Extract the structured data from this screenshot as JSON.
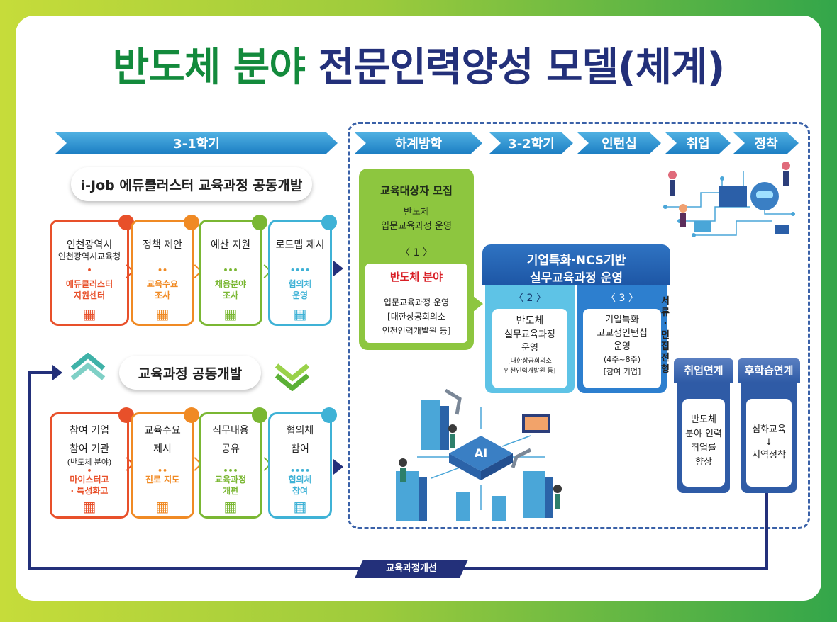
{
  "title": {
    "part1": "반도체 분야",
    "part2": "전문인력양성 모델(체계)"
  },
  "headers": [
    "3-1학기",
    "하계방학",
    "3-2학기",
    "인턴십",
    "취업",
    "정착"
  ],
  "pill1": "i-Job 에듀클러스터 교육과정 공동개발",
  "pill2": "교육과정 공동개발",
  "row1": [
    {
      "t1a": "인천광역시",
      "t1b": "인천광역시교육청",
      "sep": "•",
      "t2a": "에듀클러스터",
      "t2b": "지원센터",
      "icon": "building-icon",
      "color": "#e8502a"
    },
    {
      "t1a": "정책 제안",
      "t1b": "",
      "sep": "••",
      "t2a": "교육수요",
      "t2b": "조사",
      "icon": "document-search-icon",
      "color": "#f08a24"
    },
    {
      "t1a": "예산 지원",
      "t1b": "",
      "sep": "•••",
      "t2a": "채용분야",
      "t2b": "조사",
      "icon": "people-icon",
      "color": "#7ab733"
    },
    {
      "t1a": "로드맵 제시",
      "t1b": "",
      "sep": "••••",
      "t2a": "협의체",
      "t2b": "운영",
      "icon": "meeting-icon",
      "color": "#3fb2d6"
    }
  ],
  "row2": [
    {
      "t1a": "참여 기업",
      "t1b": "참여 기관",
      "t1c": "(반도체 분야)",
      "sep": "•",
      "t2a": "마이스터고",
      "t2b": "· 특성화고",
      "icon": "school-icon",
      "color": "#e8502a"
    },
    {
      "t1a": "교육수요",
      "t1b": "제시",
      "t1c": "",
      "sep": "••",
      "t2a": "진로 지도",
      "t2b": "",
      "icon": "counsel-icon",
      "color": "#f08a24"
    },
    {
      "t1a": "직무내용",
      "t1b": "공유",
      "t1c": "",
      "sep": "•••",
      "t2a": "교육과정",
      "t2b": "개편",
      "icon": "handshake-icon",
      "color": "#7ab733"
    },
    {
      "t1a": "협의체",
      "t1b": "참여",
      "t1c": "",
      "sep": "••••",
      "t2a": "협의체",
      "t2b": "참여",
      "icon": "meeting-icon",
      "color": "#3fb2d6"
    }
  ],
  "green": {
    "title": "교육대상자 모집",
    "sub1": "반도체",
    "sub2": "입문교육과정 운영",
    "num": "〈 1 〉",
    "red": "반도체 분야",
    "l1": "입문교육과정 운영",
    "l2": "[대한상공회의소",
    "l3": "인천인력개발원 등]"
  },
  "blue": {
    "h1": "기업특화·NCS기반",
    "h2": "실무교육과정 운영",
    "c2num": "〈 2 〉",
    "c2a": "반도체",
    "c2b": "실무교육과정",
    "c2c": "운영",
    "c2d": "[대한상공회의소",
    "c2e": "인천인력개발원 등]",
    "c3num": "〈 3 〉",
    "c3a": "기업특화",
    "c3b": "고교생인턴십",
    "c3c": "운영",
    "c3d": "(4주~8주)",
    "c3e": "[참여 기업]"
  },
  "vertical": "서류·면접전형",
  "job": {
    "tab": "취업연계",
    "l1": "반도체",
    "l2": "분야 인력",
    "l3": "취업률",
    "l4": "향상"
  },
  "study": {
    "tab": "후학습연계",
    "l1": "심화교육",
    "l2": "↓",
    "l3": "지역정착"
  },
  "improve": "교육과정개선",
  "ai_label": "AI"
}
